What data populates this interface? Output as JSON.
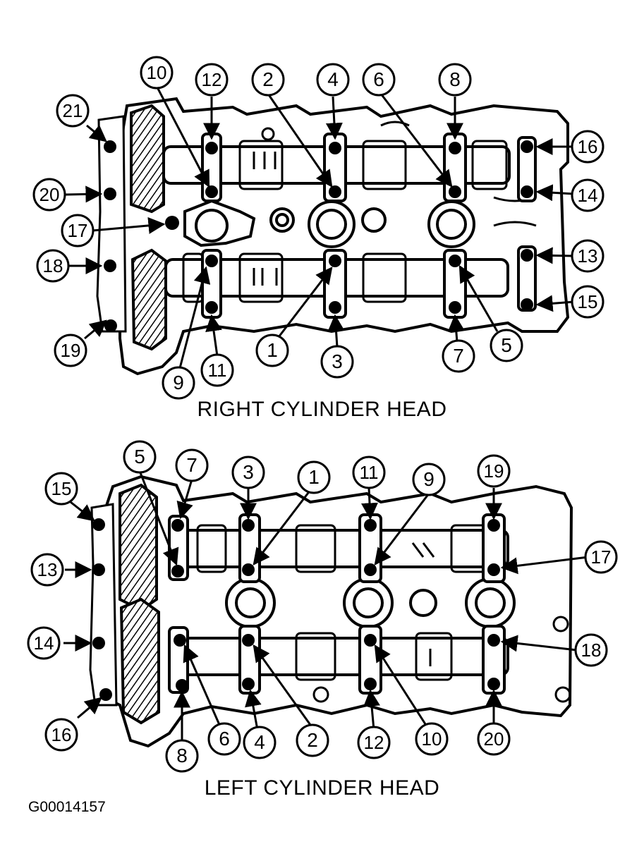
{
  "captions": {
    "right_head": "RIGHT CYLINDER HEAD",
    "left_head": "LEFT CYLINDER HEAD"
  },
  "figure_id": "G00014157",
  "right_head_callouts": [
    "1",
    "2",
    "3",
    "4",
    "5",
    "6",
    "7",
    "8",
    "9",
    "10",
    "11",
    "12",
    "13",
    "14",
    "15",
    "16",
    "17",
    "18",
    "19",
    "20",
    "21"
  ],
  "left_head_callouts": [
    "1",
    "2",
    "3",
    "4",
    "5",
    "6",
    "7",
    "8",
    "9",
    "10",
    "11",
    "12",
    "13",
    "14",
    "15",
    "16",
    "17",
    "18",
    "19",
    "20"
  ],
  "colors": {
    "ink": "#000000",
    "paper": "#ffffff"
  }
}
